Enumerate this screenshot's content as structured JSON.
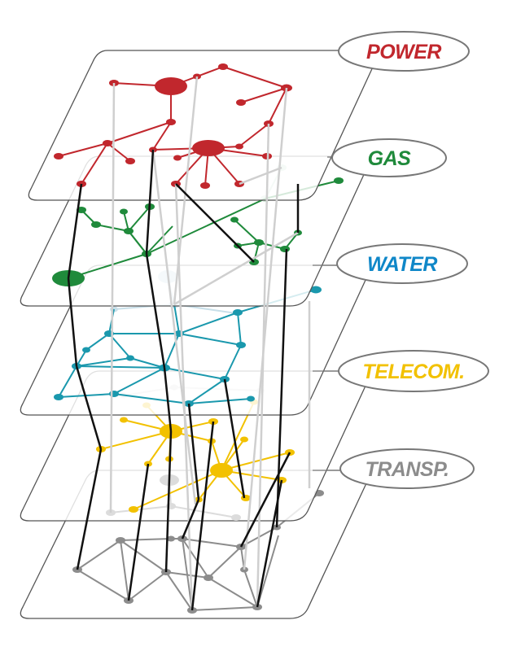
{
  "layers": [
    {
      "key": "power",
      "label": "POWER",
      "color": "#c1272d"
    },
    {
      "key": "gas",
      "label": "GAS",
      "color": "#1f8a3b"
    },
    {
      "key": "water",
      "label": "WATER",
      "color": "#0f87c8"
    },
    {
      "key": "telecom",
      "label": "TELECOM.",
      "color": "#f2c100"
    },
    {
      "key": "transp",
      "label": "TRANSP.",
      "color": "#8c8c8c"
    }
  ],
  "colors": {
    "plane_stroke": "#555555",
    "plane_fill": "#ffffff",
    "label_stroke": "#777777",
    "interlink": "#111111",
    "faint_link": "#cfcfcf",
    "water_node": "#1a98ad"
  }
}
